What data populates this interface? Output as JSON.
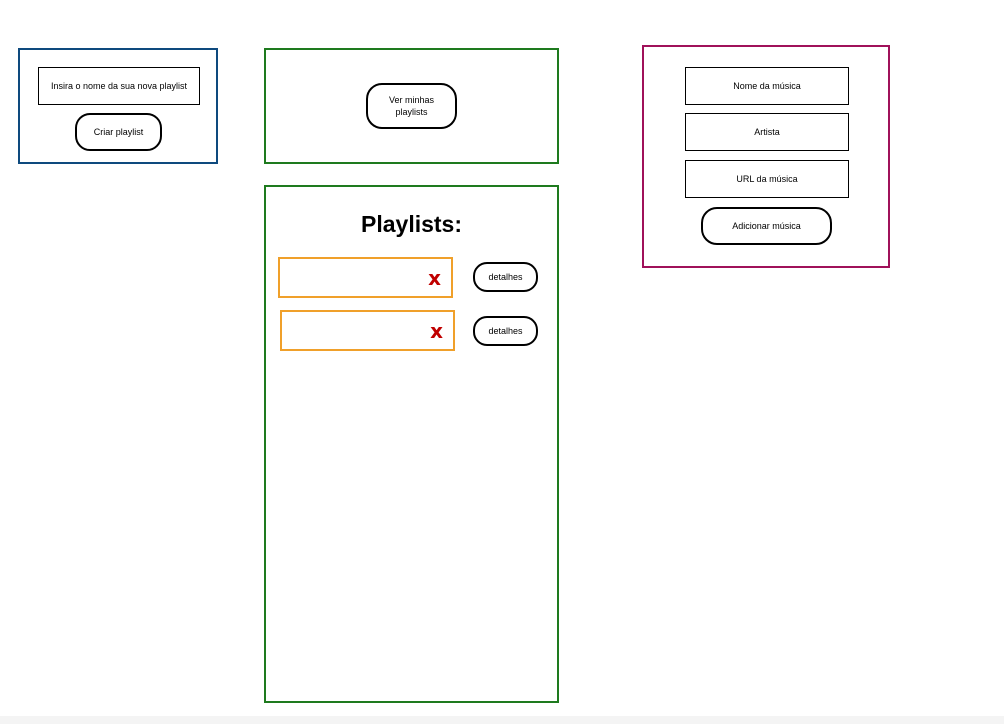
{
  "create_panel": {
    "playlist_name_field": "Insira o nome da sua nova playlist",
    "create_button": "Criar playlist"
  },
  "view_panel": {
    "view_button_line1": "Ver minhas",
    "view_button_line2": "playlists"
  },
  "playlists_panel": {
    "title": "Playlists:",
    "items": [
      {
        "delete_label": "x",
        "details_label": "detalhes"
      },
      {
        "delete_label": "x",
        "details_label": "detalhes"
      }
    ]
  },
  "song_panel": {
    "song_name_field": "Nome da música",
    "artist_field": "Artista",
    "url_field": "URL da música",
    "add_button": "Adicionar música"
  },
  "colors": {
    "create_panel_border": "#0e4a7e",
    "view_panels_border": "#1e7a1e",
    "song_panel_border": "#a0115a",
    "playlist_item_border": "#f0a02a",
    "delete_icon": "#c00000"
  }
}
